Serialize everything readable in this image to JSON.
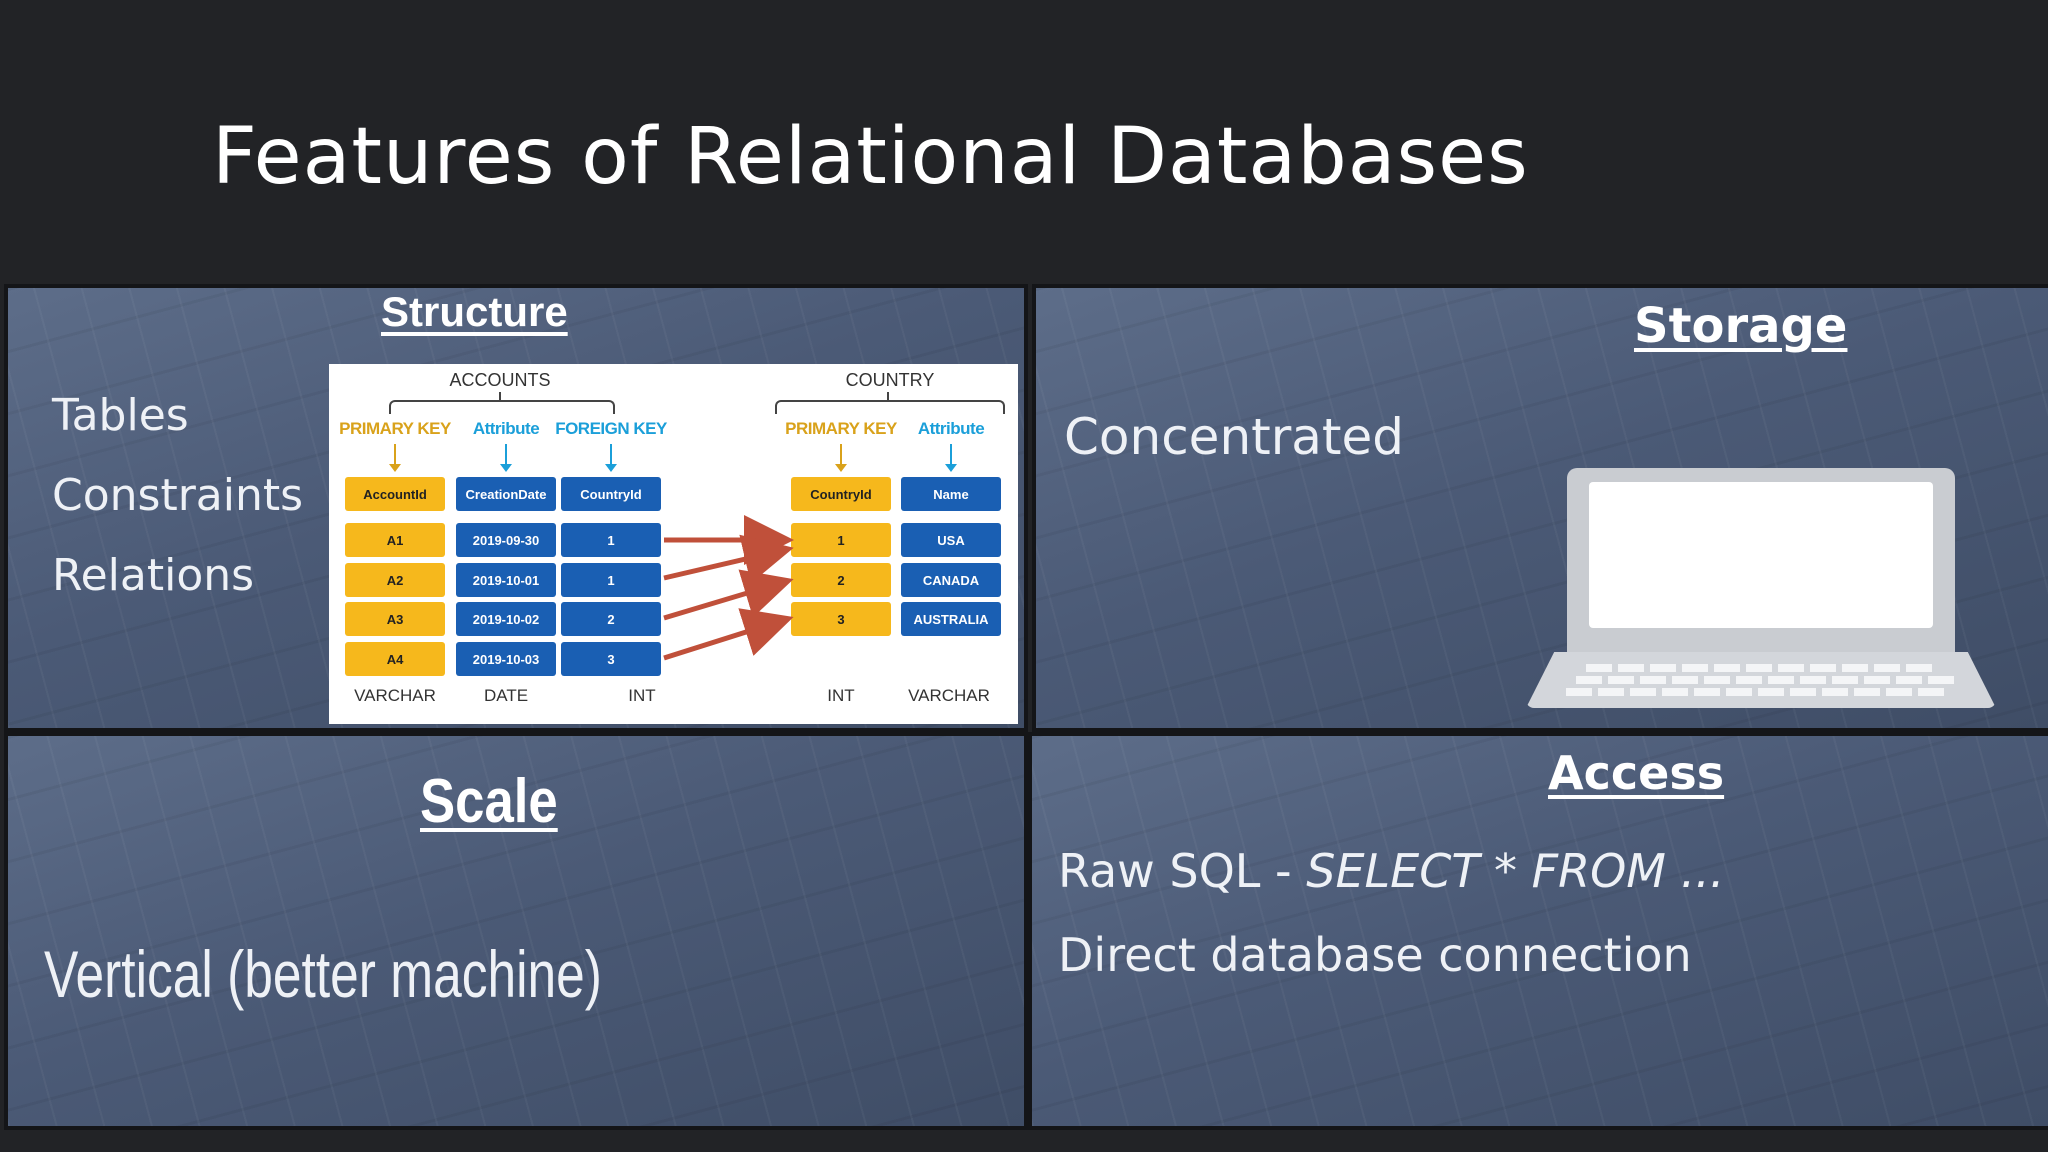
{
  "slide": {
    "title": "Features of Relational Databases"
  },
  "structure": {
    "heading": "Structure",
    "items": [
      "Tables",
      "Constraints",
      "Relations"
    ],
    "diagram": {
      "accounts_title": "ACCOUNTS",
      "country_title": "COUNTRY",
      "accounts_keys": [
        "PRIMARY KEY",
        "Attribute",
        "FOREIGN KEY"
      ],
      "country_keys": [
        "PRIMARY KEY",
        "Attribute"
      ],
      "accounts_headers": [
        "AccountId",
        "CreationDate",
        "CountryId"
      ],
      "country_headers": [
        "CountryId",
        "Name"
      ],
      "accounts_rows": [
        [
          "A1",
          "2019-09-30",
          "1"
        ],
        [
          "A2",
          "2019-10-01",
          "1"
        ],
        [
          "A3",
          "2019-10-02",
          "2"
        ],
        [
          "A4",
          "2019-10-03",
          "3"
        ]
      ],
      "country_rows": [
        [
          "1",
          "USA"
        ],
        [
          "2",
          "CANADA"
        ],
        [
          "3",
          "AUSTRALIA"
        ]
      ],
      "accounts_types": [
        "VARCHAR",
        "DATE",
        "INT"
      ],
      "country_types": [
        "INT",
        "VARCHAR"
      ],
      "colors": {
        "primary_key": "#d9a21b",
        "attribute": "#1b9fd9",
        "foreign_key": "#1b9fd9",
        "arrow": "#c0503a"
      }
    }
  },
  "storage": {
    "heading": "Storage",
    "text": "Concentrated"
  },
  "scale": {
    "heading": "Scale",
    "text": "Vertical (better machine)"
  },
  "access": {
    "heading": "Access",
    "line1_prefix": "Raw SQL - ",
    "line1_code": "SELECT * FROM ...",
    "line2": "Direct database connection"
  }
}
